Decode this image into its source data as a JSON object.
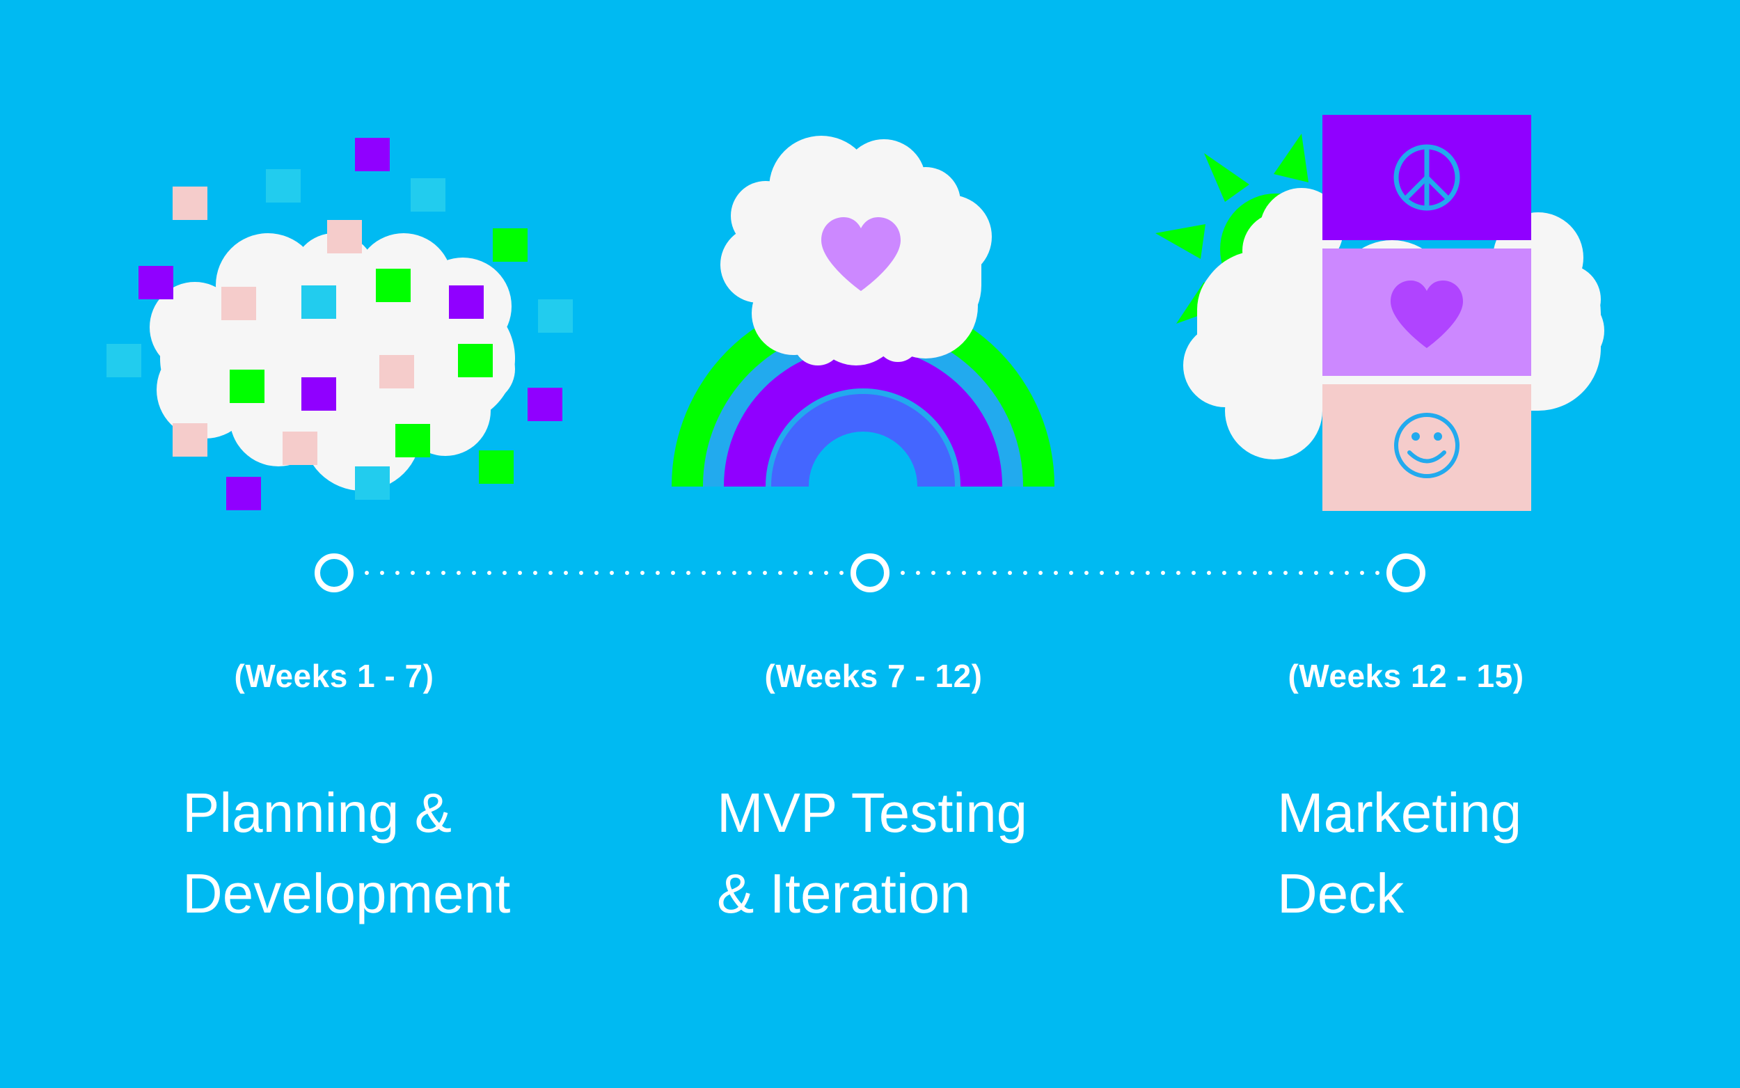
{
  "colors": {
    "background": "#00BAF2",
    "cloud": "#F6F6F6",
    "purple": "#9000FF",
    "lavender": "#CC88FF",
    "green": "#00FF00",
    "pink": "#F5CCCB",
    "cyan": "#22CCEE",
    "blue": "#4466FF",
    "white": "#FFFFFF"
  },
  "timeline": {
    "milestones": [
      {
        "period": "(Weeks 1 - 7)",
        "title_line1": "Planning &",
        "title_line2": "Development",
        "illustration": "pixel-cloud-illustration"
      },
      {
        "period": "(Weeks 7 - 12)",
        "title_line1": "MVP Testing",
        "title_line2": "& Iteration",
        "illustration": "rainbow-heart-cloud-illustration"
      },
      {
        "period": "(Weeks 12 - 15)",
        "title_line1": "Marketing",
        "title_line2": "Deck",
        "illustration": "sun-cloud-stacked-cards-illustration"
      }
    ]
  },
  "icons": {
    "card1": "peace-icon",
    "card2": "heart-icon",
    "card3": "smiley-icon"
  }
}
